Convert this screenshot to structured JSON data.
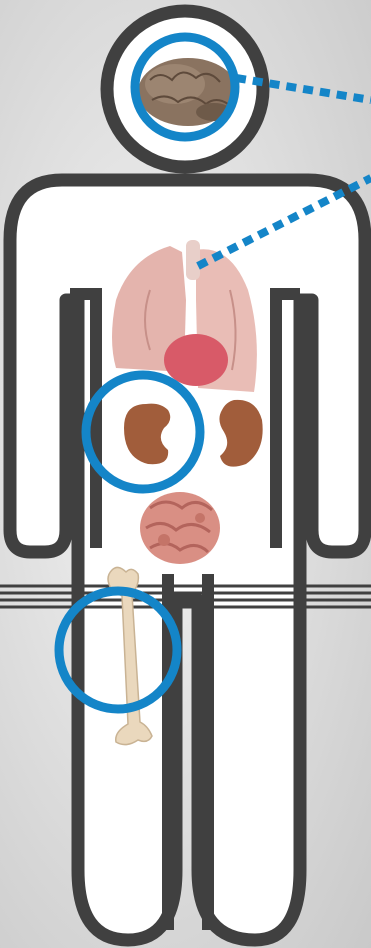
{
  "diagram": {
    "figure": "human-silhouette",
    "organs": [
      {
        "name": "brain",
        "highlighted": true
      },
      {
        "name": "lungs",
        "highlighted": false
      },
      {
        "name": "kidneys",
        "highlighted": true
      },
      {
        "name": "intestines",
        "highlighted": false
      },
      {
        "name": "femur",
        "highlighted": true
      }
    ],
    "callout_lines": 2
  },
  "colors": {
    "background": "#d9d9d9",
    "outline": "#404040",
    "body_fill": "#ffffff",
    "highlight_ring": "#1485c8",
    "callout_line": "#1485c8",
    "brain": "#8a7360",
    "lungs": "#e4b4ad",
    "heart": "#d85a68",
    "kidney": "#a15d3b",
    "intestines": "#d98f84",
    "bone": "#ead8bd"
  }
}
